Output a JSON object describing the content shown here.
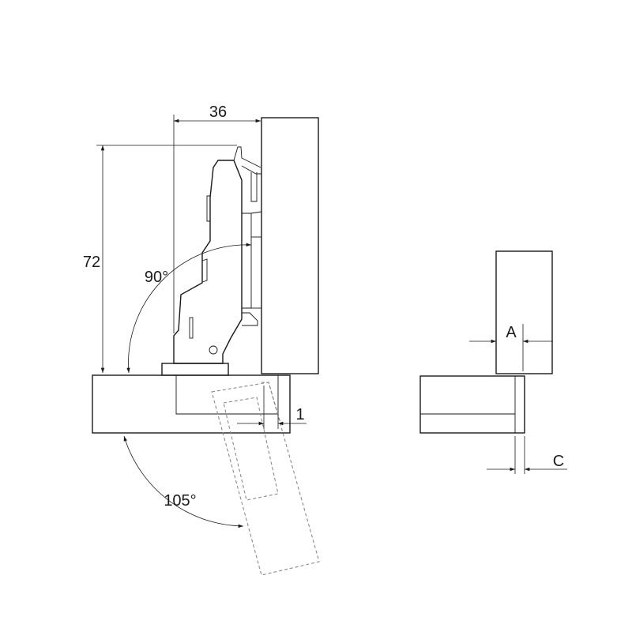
{
  "dimensions": {
    "width_label": "36",
    "height_label": "72",
    "open_angle_label": "90°",
    "max_angle_label": "105°",
    "overlay_label": "1",
    "a_label": "A",
    "c_label": "C"
  },
  "colors": {
    "line": "#1a1a1a",
    "hidden_line": "#8a8a8a",
    "background": "#ffffff"
  }
}
